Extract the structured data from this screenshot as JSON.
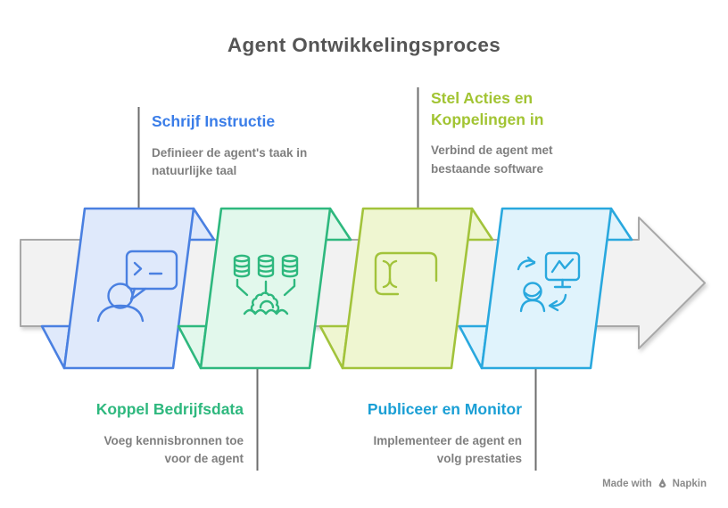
{
  "title": "Agent Ontwikkelingsproces",
  "title_color": "#555555",
  "text_color": "#7F7F7F",
  "connector_color": "#6E6E6E",
  "arrow": {
    "fill": "#F2F2F2",
    "stroke": "#A8A8A8"
  },
  "steps": [
    {
      "title": "Schrijf Instructie",
      "description": "Definieer de agent's taak in natuurlijke taal",
      "icon": "person-terminal-icon",
      "title_color": "#3A7DE8",
      "stroke": "#4A80E1",
      "fill": "#DFE9FB"
    },
    {
      "title": "Koppel Bedrijfsdata",
      "description": "Voeg kennisbronnen toe voor de agent",
      "icon": "database-gear-icon",
      "title_color": "#2EB87E",
      "stroke": "#2EB87E",
      "fill": "#E2F8EC"
    },
    {
      "title": "Stel Acties en Koppelingen in",
      "description": "Verbind de agent met bestaande software",
      "icon": "window-cursor-icon",
      "title_color": "#A2C433",
      "stroke": "#A2C33B",
      "fill": "#EFF6D1"
    },
    {
      "title": "Publiceer en Monitor",
      "description": "Implementeer de agent en volg prestaties",
      "icon": "monitor-sync-icon",
      "title_color": "#1A9FD5",
      "stroke": "#29A8DE",
      "fill": "#E0F3FC"
    }
  ],
  "watermark": {
    "prefix": "Made with",
    "brand": "Napkin",
    "icon": "napkin-pen-icon"
  }
}
